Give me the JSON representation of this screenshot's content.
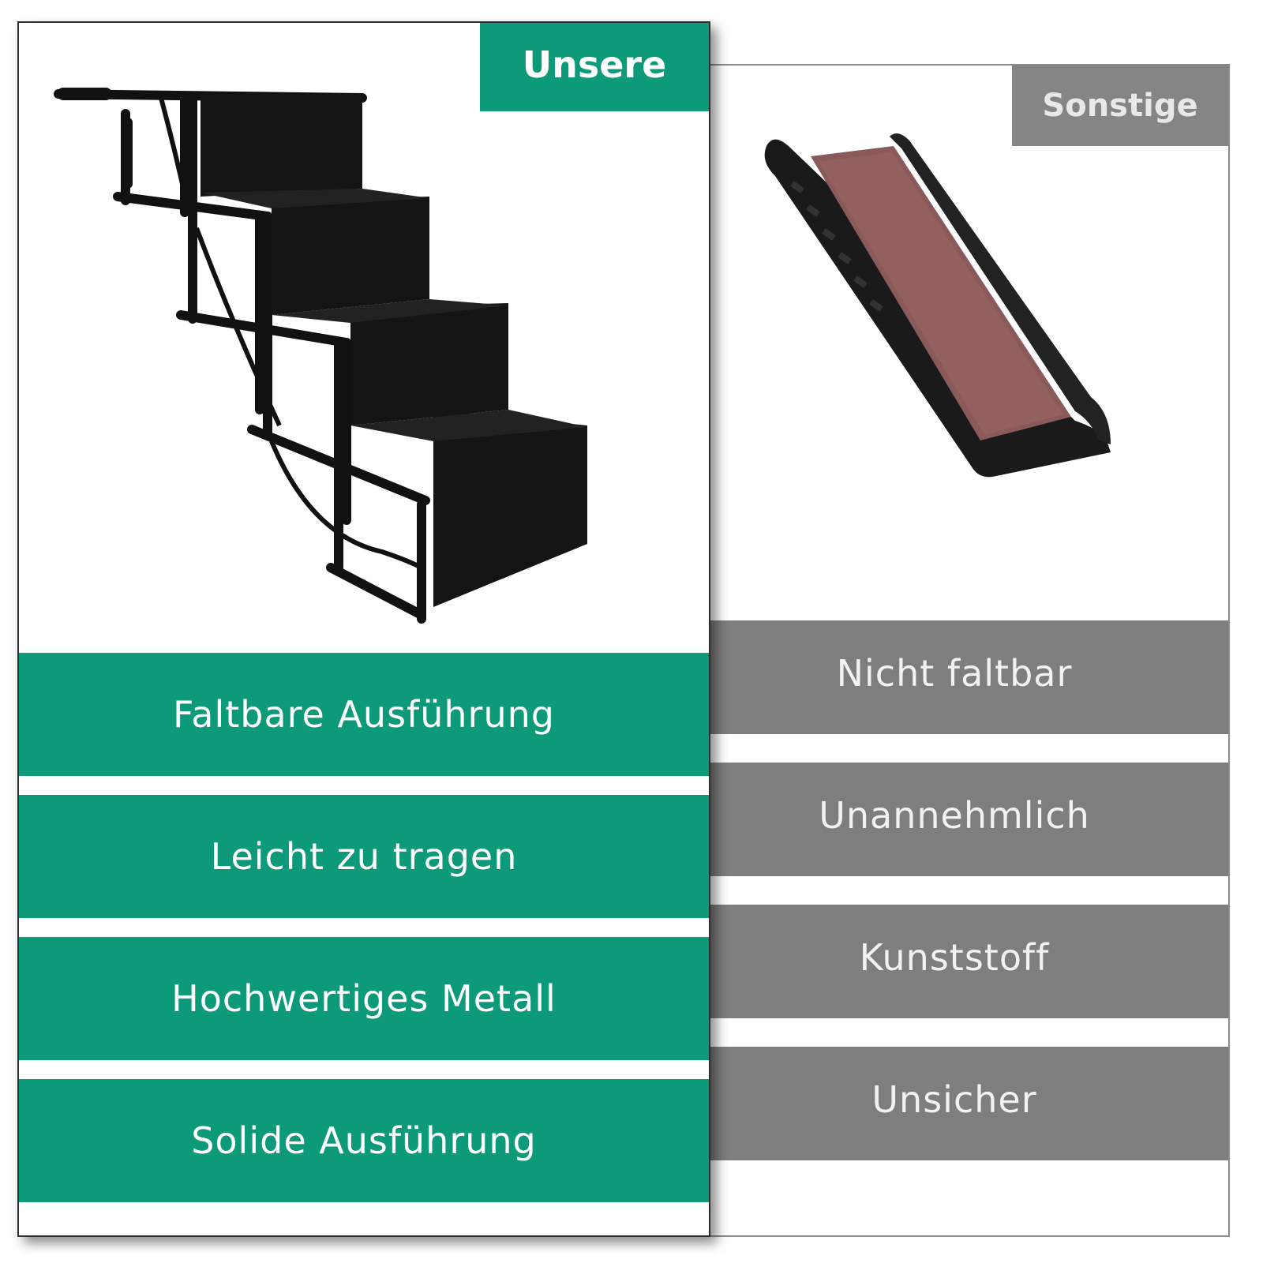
{
  "comparison": {
    "ours": {
      "label": "Unsere",
      "accent_color": "#0c9a78",
      "product_image": "folding-pet-stairs",
      "features": [
        "Faltbare Ausführung",
        "Leicht zu tragen",
        "Hochwertiges Metall",
        "Solide Ausführung"
      ]
    },
    "others": {
      "label": "Sonstige",
      "accent_color": "#7e7e7e",
      "product_image": "plastic-pet-ramp",
      "features": [
        "Nicht faltbar",
        "Unannehmlich",
        "Kunststoff",
        "Unsicher"
      ]
    }
  }
}
